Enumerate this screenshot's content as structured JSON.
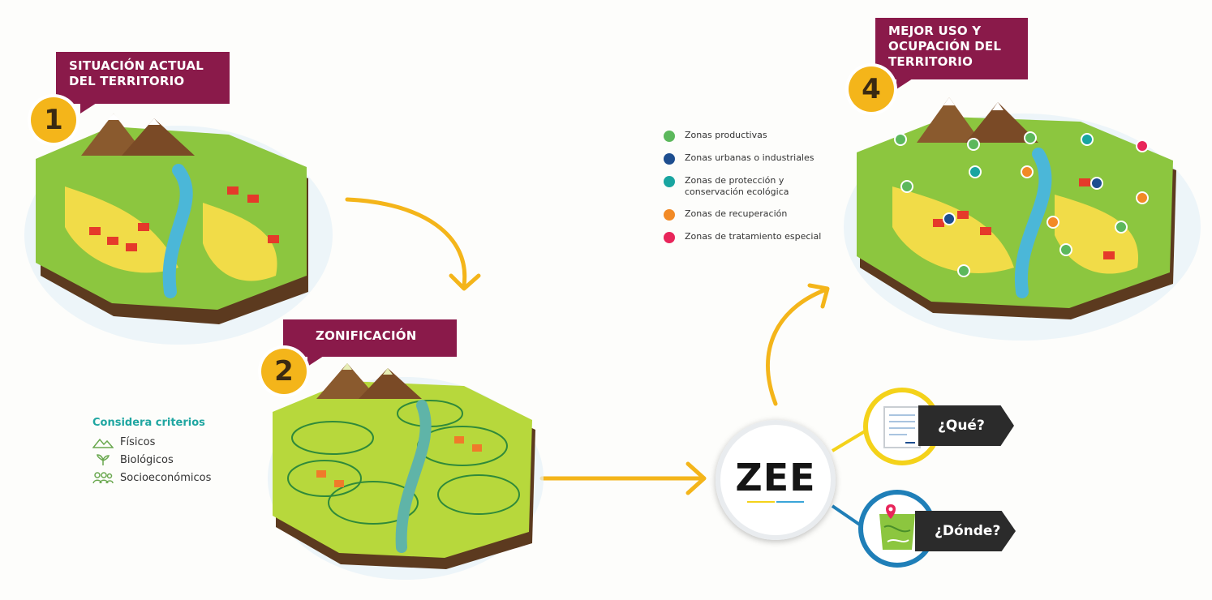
{
  "steps": {
    "step1": {
      "number": "1",
      "title_line1": "SITUACIÓN ACTUAL",
      "title_line2": "DEL TERRITORIO"
    },
    "step2": {
      "number": "2",
      "title_line1": "ZONIFICACIÓN"
    },
    "step4": {
      "number": "4",
      "title_line1": "MEJOR USO Y",
      "title_line2": "OCUPACIÓN DEL",
      "title_line3": "TERRITORIO"
    }
  },
  "legend": {
    "items": [
      {
        "label": "Zonas productivas",
        "color": "#5cb85c"
      },
      {
        "label": "Zonas urbanas o industriales",
        "color": "#1d4e8f"
      },
      {
        "label_line1": "Zonas de protección y",
        "label_line2": "conservación ecológica",
        "color": "#19a5a0"
      },
      {
        "label": "Zonas de recuperación",
        "color": "#f28a26"
      },
      {
        "label": "Zonas de tratamiento especial",
        "color": "#e8255a"
      }
    ]
  },
  "criteria": {
    "title": "Considera criterios",
    "items": [
      "Físicos",
      "Biológicos",
      "Socioeconómicos"
    ]
  },
  "zee": {
    "label": "ZEE",
    "questions": [
      "¿Qué?",
      "¿Dónde?"
    ]
  },
  "colors": {
    "banner": "#8a1a4a",
    "badge": "#f4b51a",
    "arrow": "#f4b51a",
    "land": "#8cc63f",
    "criteria_title": "#1fa6a1"
  }
}
